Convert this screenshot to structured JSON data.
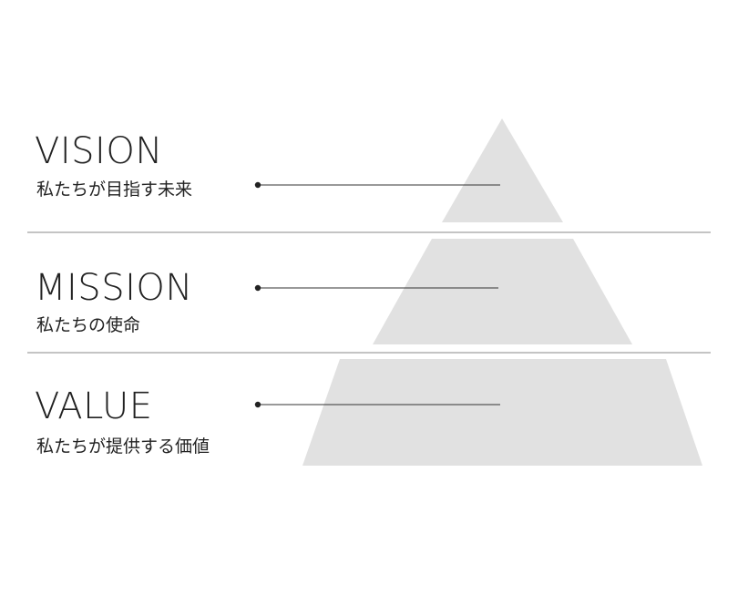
{
  "tiers": [
    {
      "title": "VISION",
      "subtitle": "私たちが目指す未来"
    },
    {
      "title": "MISSION",
      "subtitle": "私たちの使命"
    },
    {
      "title": "VALUE",
      "subtitle": "私たちが提供する価値"
    }
  ],
  "colors": {
    "pyramid_fill": "#e1e1e1",
    "divider": "#8a8a8a",
    "connector": "#333333",
    "text": "#222222"
  }
}
